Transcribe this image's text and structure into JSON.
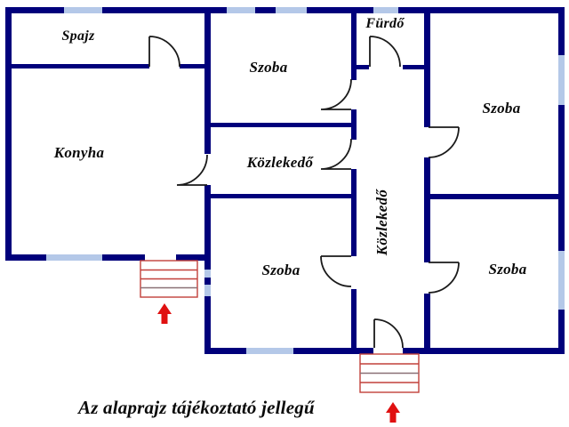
{
  "plan": {
    "caption": "Az alaprajz tájékoztató jellegű",
    "rooms": [
      {
        "id": "spajz",
        "label": "Spajz"
      },
      {
        "id": "konyha",
        "label": "Konyha"
      },
      {
        "id": "szoba-top-middle",
        "label": "Szoba"
      },
      {
        "id": "furdo",
        "label": "Fürdő"
      },
      {
        "id": "szoba-top-right",
        "label": "Szoba"
      },
      {
        "id": "kozlekedo-horizontal",
        "label": "Közlekedő"
      },
      {
        "id": "kozlekedo-vertical",
        "label": "Közlekedő"
      },
      {
        "id": "szoba-bottom-middle",
        "label": "Szoba"
      },
      {
        "id": "szoba-bottom-right",
        "label": "Szoba"
      }
    ],
    "colors": {
      "wall": "#00007B",
      "window": "#B4C8E8",
      "door": "#1a1a1a",
      "stairs": "#C2403A",
      "arrow": "#E01010",
      "label": "#0a0a0a"
    }
  }
}
